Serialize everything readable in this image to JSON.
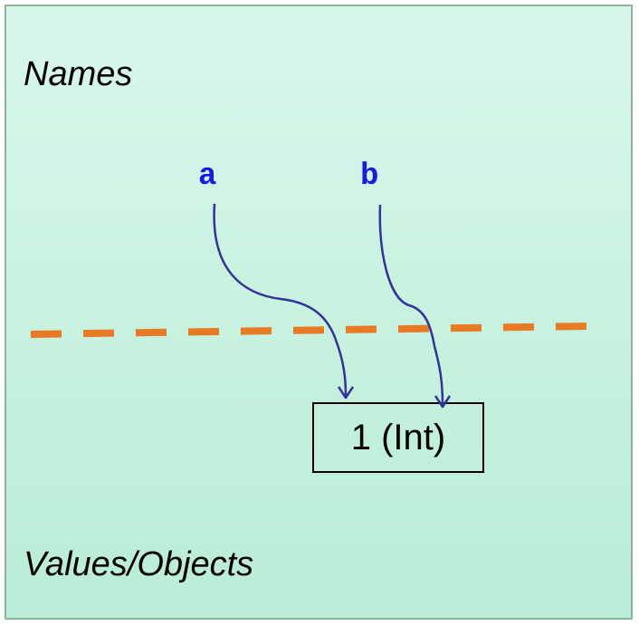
{
  "regions": {
    "names_label": "Names",
    "values_label": "Values/Objects"
  },
  "variables": [
    {
      "name": "a"
    },
    {
      "name": "b"
    }
  ],
  "value_object": {
    "label": "1 (Int)"
  },
  "colors": {
    "background": "#c8f2e0",
    "divider": "#e87a24",
    "arrow": "#33339a",
    "variable_text": "#1a1ae6"
  }
}
